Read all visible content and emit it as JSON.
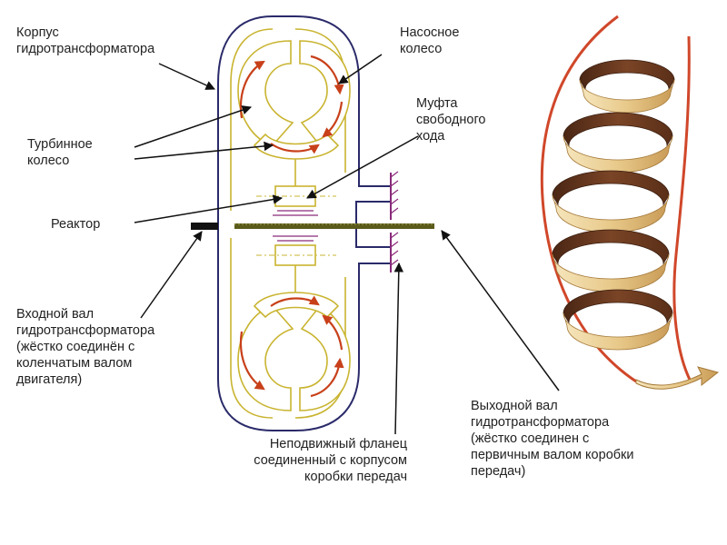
{
  "labels": {
    "housing": [
      "Корпус",
      "гидротрансформатора"
    ],
    "pump_wheel": [
      "Насосное",
      "колесо"
    ],
    "freewheel_clutch": [
      "Муфта",
      "свободного",
      "хода"
    ],
    "turbine_wheel": [
      "Турбинное",
      "колесо"
    ],
    "reactor": [
      "Реактор"
    ],
    "input_shaft": [
      "Входной вал",
      "гидротрансформатора",
      "(жёстко соединён с",
      "коленчатым валом",
      "двигателя)"
    ],
    "fixed_flange": [
      "Неподвижный фланец",
      "соединенный с корпусом",
      "коробки передач"
    ],
    "output_shaft": [
      "Выходной вал",
      "гидротрансформатора",
      "(жёстко соединен с",
      "первичным валом коробки",
      "передач)"
    ]
  },
  "colors": {
    "outline": "#2a2a6a",
    "inner_outline": "#c9b430",
    "flow_arrow": "#c8401a",
    "flange": "#8a2a7a",
    "shaft": "#5a5a1a",
    "spiral_outer": "#d0472a",
    "spiral_light": "#efd9a4",
    "spiral_dark": "#6b3a22",
    "pointer": "#111111"
  }
}
